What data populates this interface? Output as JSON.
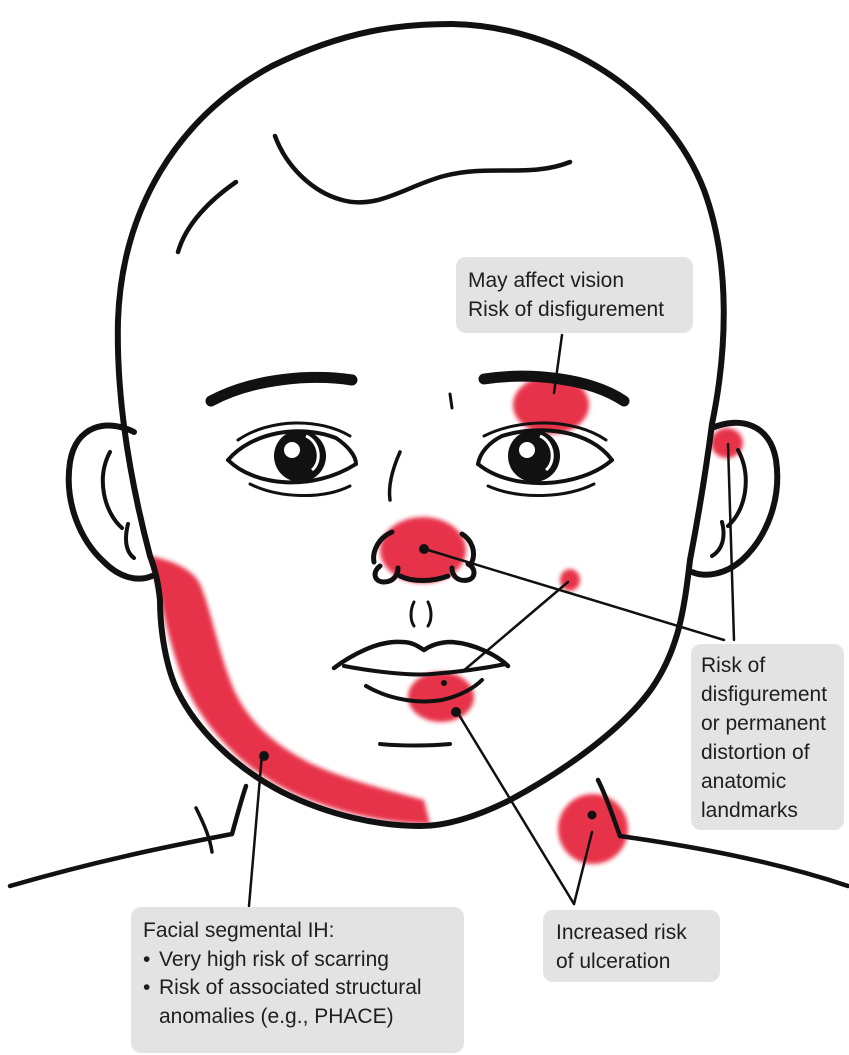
{
  "figure": {
    "subject": "infant-face-illustration",
    "lesion_color": "#e5203a",
    "line_color": "#111111",
    "callout_bg": "#e3e3e3"
  },
  "callouts": {
    "vision": {
      "lines": [
        "May affect vision",
        "Risk of disfigurement"
      ]
    },
    "disfigurement": {
      "lines": [
        "Risk of",
        "disfigurement",
        "or permanent",
        "distortion of",
        "anatomic",
        "landmarks"
      ]
    },
    "ulceration": {
      "lines": [
        "Increased risk",
        "of ulceration"
      ]
    },
    "segmental": {
      "heading": "Facial segmental IH:",
      "bullets": [
        {
          "lines": [
            "Very high risk of scarring"
          ]
        },
        {
          "lines": [
            "Risk of associated structural",
            "anomalies (e.g., PHACE)"
          ]
        }
      ]
    }
  }
}
